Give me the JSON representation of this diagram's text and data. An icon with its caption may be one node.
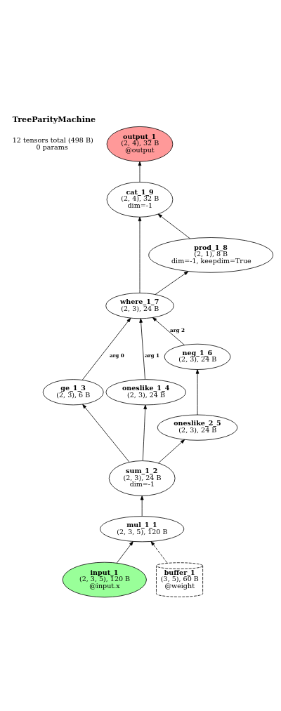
{
  "diagram": {
    "title": "TreeParityMachine",
    "labels": [
      "12 tensors total (498 B)",
      "0 params"
    ],
    "nodes": [
      {
        "text": [
          "output_1",
          "(2, 4), 32 B",
          "@output"
        ]
      },
      {
        "text": [
          "cat_1_9",
          "(2, 4), 32 B",
          "dim=-1"
        ]
      },
      {
        "text": [
          "prod_1_8",
          "(2, 1), 8 B",
          "dim=-1, keepdim=True"
        ]
      },
      {
        "text": [
          "where_1_7",
          "(2, 3), 24 B"
        ]
      },
      {
        "text": [
          "neg_1_6",
          "(2, 3), 24 B"
        ]
      },
      {
        "text": [
          "ge_1_3",
          "(2, 3), 6 B"
        ]
      },
      {
        "text": [
          "oneslike_1_4",
          "(2, 3), 24 B"
        ]
      },
      {
        "text": [
          "oneslike_2_5",
          "(2, 3), 24 B"
        ]
      },
      {
        "text": [
          "sum_1_2",
          "(2, 3), 24 B",
          "dim=-1"
        ]
      },
      {
        "text": [
          "mul_1_1",
          "(2, 3, 5), 120 B"
        ]
      },
      {
        "text": [
          "input_1",
          "(2, 3, 5), 120 B",
          "@input.x"
        ]
      },
      {
        "text": [
          "buffer_1",
          "(3, 5), 60 B",
          "@weight"
        ]
      }
    ],
    "edges": [
      {
        "from": 10,
        "to": 9,
        "arrow": "to"
      },
      {
        "from": 11,
        "to": 9,
        "arrow": "to",
        "style": "dashed"
      },
      {
        "from": 9,
        "to": 8,
        "arrow": "to"
      },
      {
        "from": 8,
        "to": 5,
        "arrow": "to"
      },
      {
        "from": 8,
        "to": 6,
        "arrow": "to"
      },
      {
        "from": 8,
        "to": 7,
        "arrow": "to"
      },
      {
        "from": 7,
        "to": 4,
        "arrow": "to"
      },
      {
        "from": 5,
        "to": 3,
        "arrow": "to",
        "label": "arg 0"
      },
      {
        "from": 6,
        "to": 3,
        "arrow": "to",
        "label": "arg 1"
      },
      {
        "from": 4,
        "to": 3,
        "arrow": "to",
        "label": "arg 2"
      },
      {
        "from": 3,
        "to": 2,
        "arrow": "to"
      },
      {
        "from": 3,
        "to": 1,
        "arrow": "to"
      },
      {
        "from": 2,
        "to": 1,
        "arrow": "to"
      },
      {
        "from": 1,
        "to": 0,
        "arrow": "to"
      }
    ]
  }
}
